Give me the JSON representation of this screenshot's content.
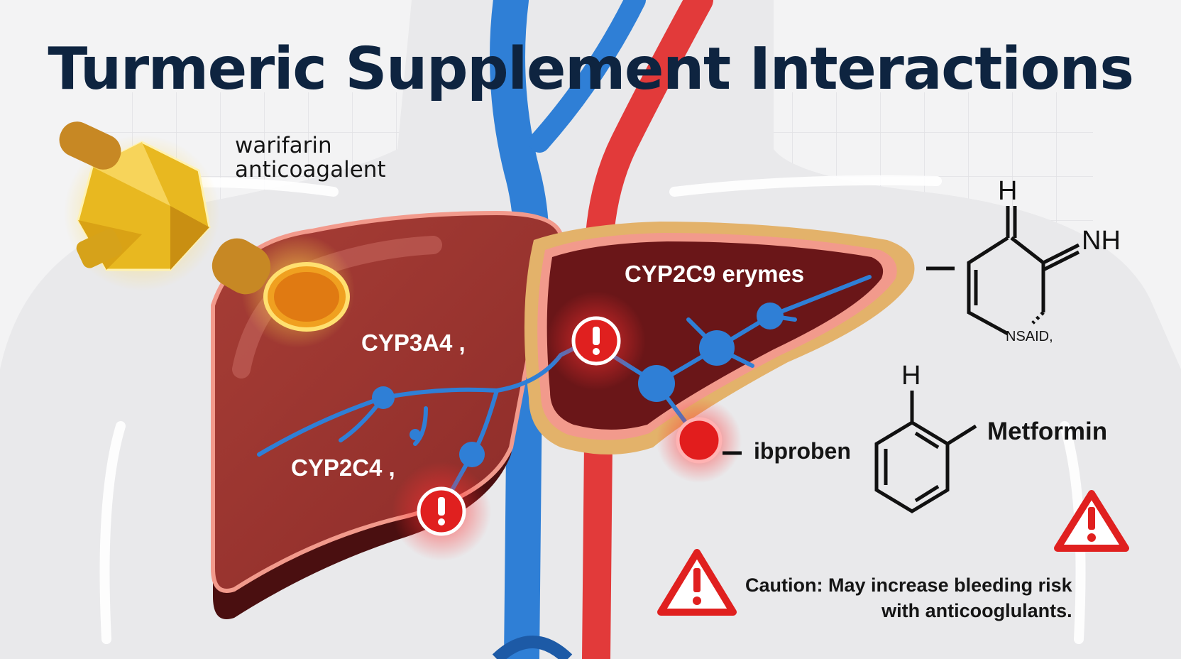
{
  "title": "Turmeric Supplement Interactions",
  "labels": {
    "warfarin_line1": "warifarin",
    "warfarin_line2": "anticoagalent",
    "cyp3a4": "CYP3A4 ,",
    "cyp2c4": "CYP2C4 ,",
    "cyp2c9": "CYP2C9 erymes",
    "ibuprofen": "ibproben",
    "metformin": "Metformin",
    "nsaid": "NSAID,",
    "caution_line1": "Caution: May increase bleeding risk",
    "caution_line2": "with anticooglulants."
  },
  "molecule_atoms": {
    "h_top": "H",
    "nh": "NH",
    "h_lower": "H"
  },
  "icons": [
    "turmeric-capsule-icon",
    "warning-icon",
    "liver-icon"
  ],
  "colors": {
    "title": "#0e2440",
    "liver": "#98332f",
    "vein_blue": "#2f7fd6",
    "artery_red": "#e23a3a",
    "alert_red": "#e0201f",
    "turmeric_gold": "#e8b820"
  }
}
